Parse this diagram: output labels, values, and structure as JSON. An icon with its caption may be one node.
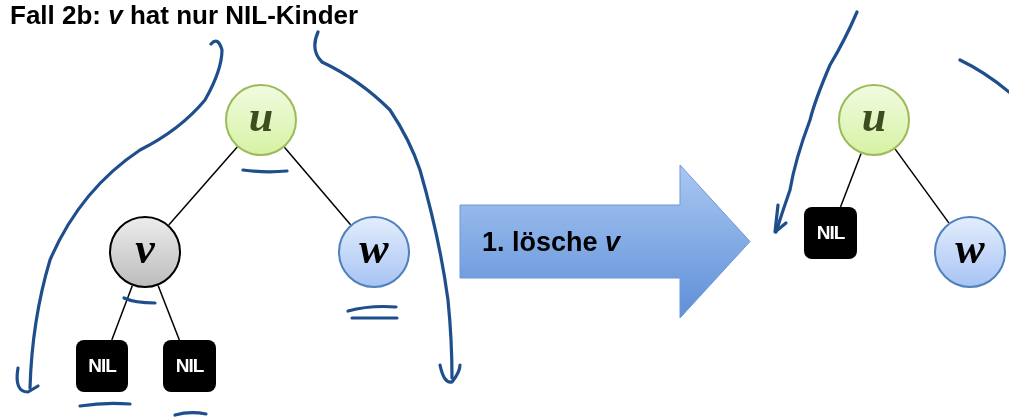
{
  "diagram": {
    "title": "Fall 2b: *v* hat nur NIL-Kinder",
    "nodes": [
      {
        "text": [
          "u"
        ]
      },
      {
        "text": [
          "v"
        ]
      },
      {
        "text": [
          "w"
        ]
      },
      {
        "text": [
          "NIL"
        ]
      },
      {
        "text": [
          "NIL"
        ]
      },
      {
        "text": [
          "1. lösche *v*"
        ]
      },
      {
        "text": [
          "u"
        ]
      },
      {
        "text": [
          "NIL"
        ]
      },
      {
        "text": [
          "w"
        ]
      }
    ],
    "edges": [
      {
        "from": 0,
        "to": 1,
        "arrow": "none"
      },
      {
        "from": 0,
        "to": 2,
        "arrow": "none"
      },
      {
        "from": 1,
        "to": 3,
        "arrow": "none"
      },
      {
        "from": 1,
        "to": 4,
        "arrow": "none"
      },
      {
        "from": 6,
        "to": 7,
        "arrow": "none"
      },
      {
        "from": 6,
        "to": 8,
        "arrow": "none"
      }
    ]
  }
}
